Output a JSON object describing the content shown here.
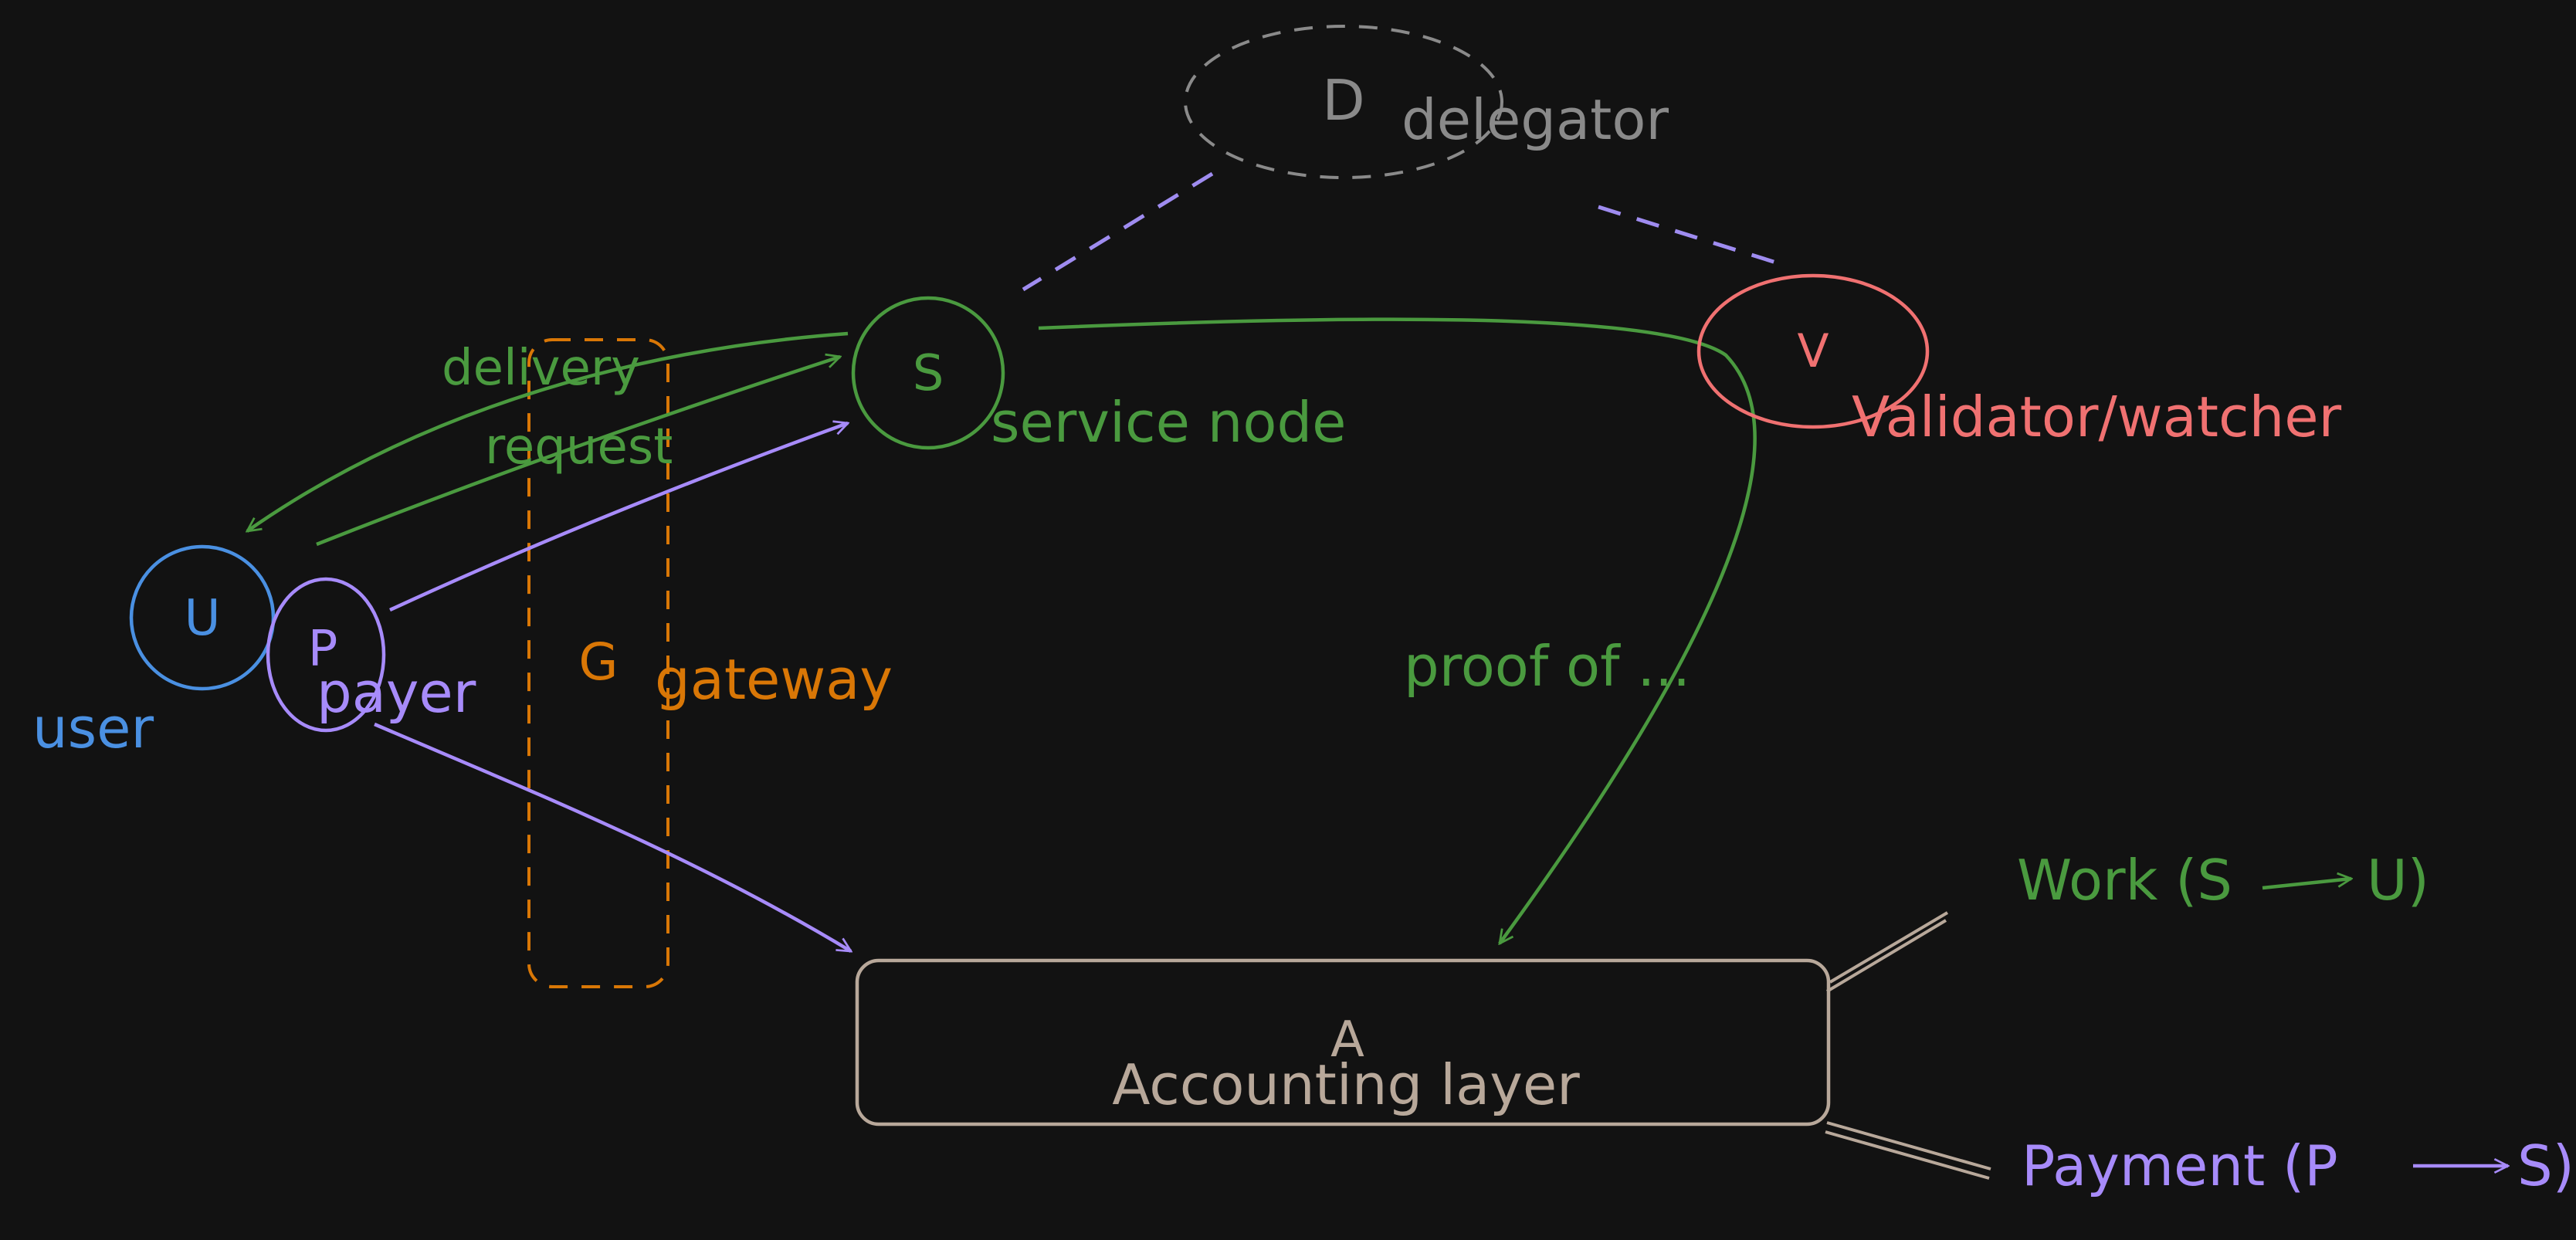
{
  "colors": {
    "background": "#121212",
    "user": "#4a90e2",
    "payer": "#a78bfa",
    "gateway": "#d97706",
    "service": "#4a9a3f",
    "delegator": "#8a8a8a",
    "validator": "#f07171",
    "accounting": "#b8a89a",
    "dashed_link": "#9f8cf0"
  },
  "nodes": {
    "user": {
      "letter": "U",
      "label": "user"
    },
    "payer": {
      "letter": "P",
      "label": "payer"
    },
    "gateway": {
      "letter": "G",
      "label": "gateway"
    },
    "service": {
      "letter": "S",
      "label": "service node"
    },
    "delegator": {
      "letter": "D",
      "label": "delegator"
    },
    "validator": {
      "letter": "V",
      "label": "Validator/watcher"
    },
    "accounting": {
      "letter": "A",
      "label": "Accounting layer"
    }
  },
  "edges": {
    "delivery": "delivery",
    "request": "request",
    "proof": "proof of ..."
  },
  "legend": {
    "work": {
      "prefix": "Work (S",
      "suffix": "U)"
    },
    "payment": {
      "prefix": "Payment (P",
      "suffix": "S)"
    }
  }
}
